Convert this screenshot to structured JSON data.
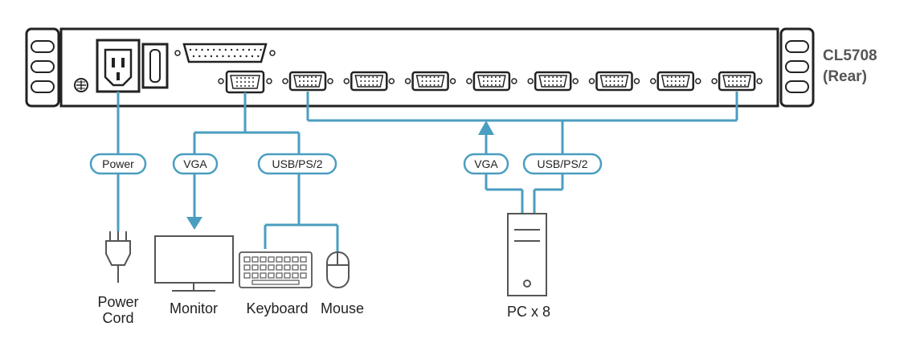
{
  "title": {
    "line1": "CL5708",
    "line2": "(Rear)"
  },
  "connection_labels": {
    "power": "Power",
    "vga_console": "VGA",
    "usb_console": "USB/PS/2",
    "vga_pc": "VGA",
    "usb_pc": "USB/PS/2"
  },
  "devices": {
    "power_cord": {
      "line1": "Power",
      "line2": "Cord"
    },
    "monitor": "Monitor",
    "keyboard": "Keyboard",
    "mouse": "Mouse",
    "pc": "PC x 8"
  },
  "colors": {
    "cable": "#4a9ec0",
    "outline": "#222222",
    "device": "#555555"
  },
  "kvm_ports_count": 8
}
